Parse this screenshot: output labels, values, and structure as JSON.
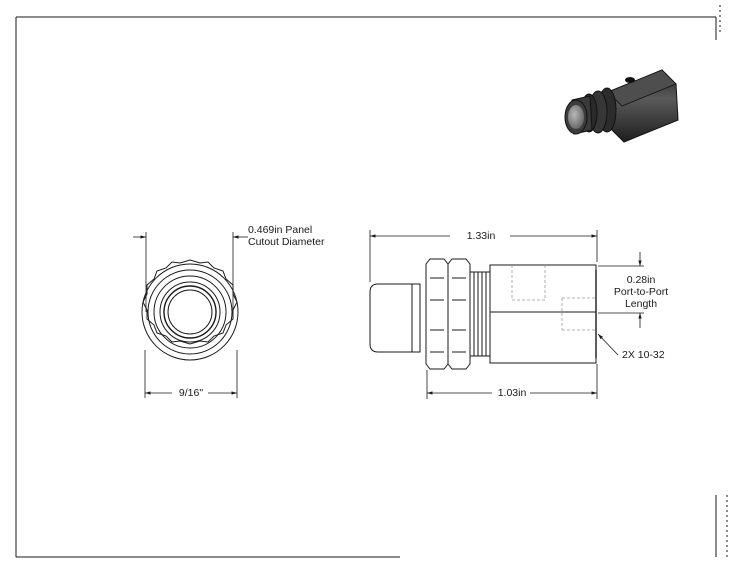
{
  "dimensions": {
    "panel_cutout": "0.469in Panel\nCutout Diameter",
    "hex_width": "9/16\"",
    "overall_length": "1.33in",
    "body_length": "1.03in",
    "port_spacing": "0.28in\nPort-to-Port\nLength",
    "ports": "2X 10-32"
  },
  "colors": {
    "line": "#1a1a1a",
    "hidden": "#9a9a9a",
    "part": "#404040"
  }
}
